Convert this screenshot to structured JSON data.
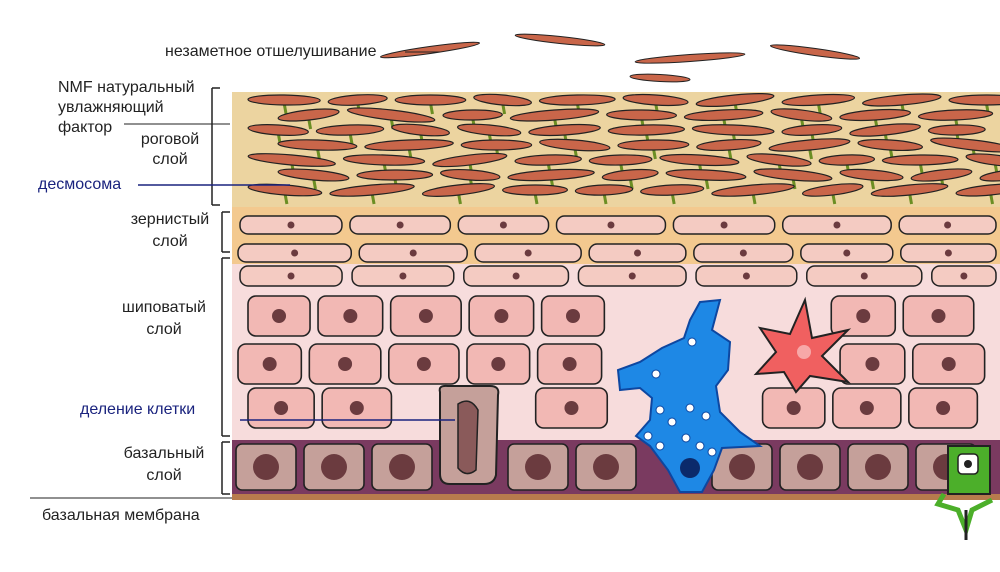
{
  "labels": {
    "desquamation": "незаметное отшелушивание",
    "nmf_line1": "NMF натуральный",
    "nmf_line2": "увлажняющий",
    "nmf_line3": "фактор",
    "stratum_corneum_line1": "роговой",
    "stratum_corneum_line2": "слой",
    "desmosome": "десмосома",
    "stratum_granulosum_line1": "зернистый",
    "stratum_granulosum_line2": "слой",
    "stratum_spinosum_line1": "шиповатый",
    "stratum_spinosum_line2": "слой",
    "cell_division": "деление клетки",
    "stratum_basale_line1": "базальный",
    "stratum_basale_line2": "слой",
    "basement_membrane": "базальная мембрана"
  },
  "colors": {
    "corneum_bg": "#ecd4a0",
    "corneocyte": "#c9664a",
    "granulosum_bg": "#f3c98f",
    "granular_cell": "#f4cbc2",
    "spinosum_bg": "#f7dcdc",
    "spinous_cell": "#f2b8b4",
    "nucleus": "#6b3b3f",
    "basale_bg": "#7a3a60",
    "basal_cell": "#c5a09a",
    "membrane": "#b77b4d",
    "langerhans_cell": "#1e88e5",
    "melanocyte": "#f06060",
    "merkel_cell": "#4caf2a",
    "desmosome_stalk": "#6b8e23",
    "leader_blue": "#1a237e"
  }
}
